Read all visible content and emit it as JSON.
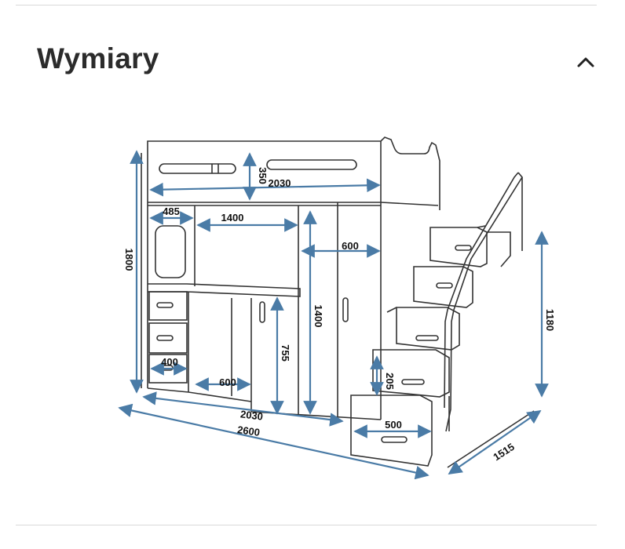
{
  "section": {
    "title": "Wymiary",
    "expanded": true,
    "toggle_icon": "chevron-up-icon"
  },
  "diagram": {
    "subject": "loft bed with desk, wardrobe and staircase drawers",
    "dimension_color": "#4a7ba6",
    "line_color": "#333333",
    "dimensions": {
      "bed_rail_height": "350",
      "bed_length_top": "2030",
      "desk_side_width": "485",
      "desk_width": "1400",
      "wardrobe_depth": "600",
      "total_height": "1800",
      "wardrobe_height": "1400",
      "desk_height": "755",
      "drawer_width": "400",
      "desk_depth": "600",
      "stair_height": "1180",
      "step_height": "205",
      "step_width": "500",
      "base_length": "2030",
      "total_length": "2600",
      "total_depth": "1515"
    }
  }
}
